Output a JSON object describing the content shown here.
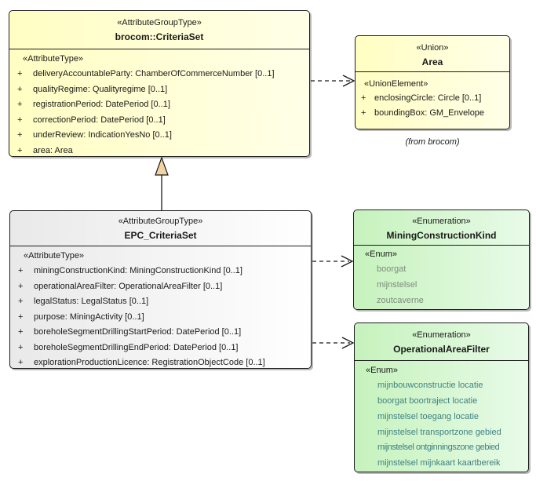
{
  "colors": {
    "yellow_left": "#fffec2",
    "yellow_right": "#ffffe8",
    "gray_left": "#e9e9e9",
    "gray_right": "#ffffff",
    "green_left": "#c6f2bd",
    "green_right": "#e8fbe8",
    "border_color": "#1b1b1b",
    "shadow_color": "#b9b9b9",
    "literal_gray": "#7d8c7d",
    "literal_teal": "#3f8084",
    "triangle_fill": "#f2d3a2"
  },
  "boxes": {
    "criteria_set": {
      "stereotype": "«AttributeGroupType»",
      "name": "brocom::CriteriaSet",
      "compartment_stereotype": "«AttributeType»",
      "attributes": [
        {
          "vis": "+",
          "text": "deliveryAccountableParty: ChamberOfCommerceNumber [0..1]"
        },
        {
          "vis": "+",
          "text": "qualityRegime: Qualityregime [0..1]"
        },
        {
          "vis": "+",
          "text": "registrationPeriod: DatePeriod [0..1]"
        },
        {
          "vis": "+",
          "text": "correctionPeriod: DatePeriod [0..1]"
        },
        {
          "vis": "+",
          "text": "underReview: IndicationYesNo [0..1]"
        },
        {
          "vis": "+",
          "text": "area: Area"
        }
      ]
    },
    "area": {
      "stereotype": "«Union»",
      "name": "Area",
      "compartment_stereotype": "«UnionElement»",
      "attributes": [
        {
          "vis": "+",
          "text": "enclosingCircle: Circle [0..1]"
        },
        {
          "vis": "+",
          "text": "boundingBox: GM_Envelope"
        }
      ],
      "source_note": "(from brocom)"
    },
    "epc_criteria_set": {
      "stereotype": "«AttributeGroupType»",
      "name": "EPC_CriteriaSet",
      "compartment_stereotype": "«AttributeType»",
      "attributes": [
        {
          "vis": "+",
          "text": "miningConstructionKind: MiningConstructionKind [0..1]"
        },
        {
          "vis": "+",
          "text": "operationalAreaFilter: OperationalAreaFilter [0..1]"
        },
        {
          "vis": "+",
          "text": "legalStatus: LegalStatus [0..1]"
        },
        {
          "vis": "+",
          "text": "purpose: MiningActivity [0..1]"
        },
        {
          "vis": "+",
          "text": "boreholeSegmentDrillingStartPeriod: DatePeriod [0..1]"
        },
        {
          "vis": "+",
          "text": "boreholeSegmentDrillingEndPeriod: DatePeriod [0..1]"
        },
        {
          "vis": "+",
          "text": "explorationProductionLicence: RegistrationObjectCode [0..1]"
        }
      ]
    },
    "mining_construction_kind": {
      "stereotype": "«Enumeration»",
      "name": "MiningConstructionKind",
      "compartment_stereotype": "«Enum»",
      "literals": [
        "boorgat",
        "mijnstelsel",
        "zoutcaverne"
      ]
    },
    "operational_area_filter": {
      "stereotype": "«Enumeration»",
      "name": "OperationalAreaFilter",
      "compartment_stereotype": "«Enum»",
      "literals": [
        "mijnbouwconstructie locatie",
        "boorgat boortraject locatie",
        "mijnstelsel toegang locatie",
        "mijnstelsel transportzone gebied",
        "mijnstelsel ontginningszone gebied",
        "mijnstelsel mijnkaart kaartbereik"
      ]
    }
  },
  "relationships": [
    {
      "type": "generalization",
      "from": "EPC_CriteriaSet",
      "to": "brocom::CriteriaSet"
    },
    {
      "type": "dependency",
      "from": "brocom::CriteriaSet",
      "to": "Area"
    },
    {
      "type": "dependency",
      "from": "EPC_CriteriaSet",
      "to": "MiningConstructionKind"
    },
    {
      "type": "dependency",
      "from": "EPC_CriteriaSet",
      "to": "OperationalAreaFilter"
    }
  ]
}
